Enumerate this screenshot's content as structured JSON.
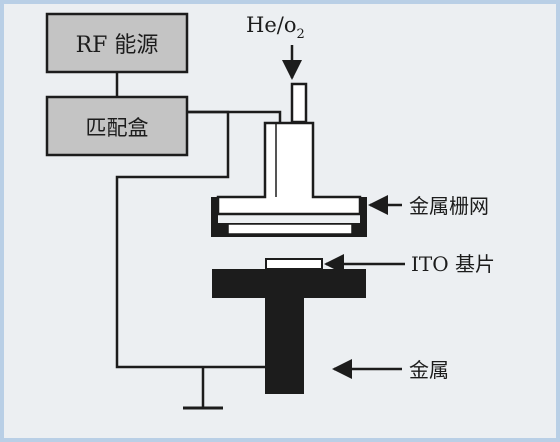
{
  "diagram": {
    "rf_source_label": "RF 能源",
    "matching_box_label": "匹配盒",
    "gas_inlet_label": "He/o",
    "gas_inlet_subscript": "2",
    "metal_grid_label": "金属栅网",
    "ito_substrate_label": "ITO 基片",
    "metal_label": "金属"
  },
  "colors": {
    "box_fill": "#c4c4c4",
    "line": "#1c1c1c",
    "background": "#eceff2",
    "frame": "#b9cfe6"
  }
}
